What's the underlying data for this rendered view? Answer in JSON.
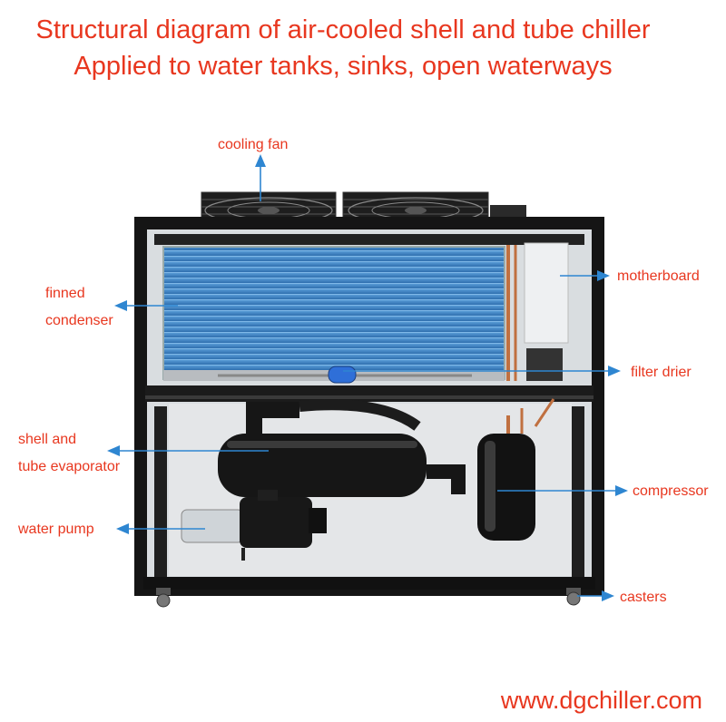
{
  "title": {
    "line1": "Structural diagram of air-cooled shell and tube chiller",
    "line2": "Applied to water tanks, sinks, open waterways"
  },
  "labels": {
    "cooling_fan": "cooling fan",
    "finned": "finned",
    "condenser": "condenser",
    "motherboard": "motherboard",
    "filter_drier": "filter drier",
    "shell_and": "shell and",
    "tube_evaporator": "tube evaporator",
    "compressor": "compressor",
    "water_pump": "water pump",
    "casters": "casters"
  },
  "website": "www.dgchiller.com",
  "colors": {
    "label_text": "#e8371f",
    "arrow": "#2e86d1",
    "frame": "#151515",
    "coil_blue": "#3a7fc2"
  }
}
